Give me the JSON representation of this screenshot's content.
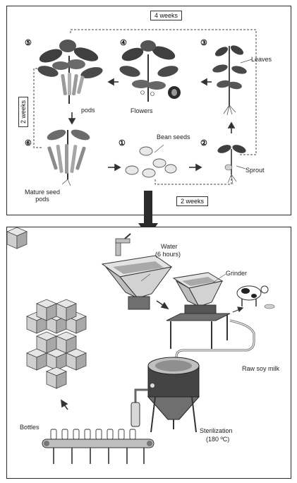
{
  "stages": {
    "s1": {
      "num": "①",
      "label": "Bean seeds"
    },
    "s2": {
      "num": "②",
      "label": "Sprout"
    },
    "s3": {
      "num": "③",
      "label": "Leaves"
    },
    "s4": {
      "num": "④",
      "label": "Flowers"
    },
    "s5": {
      "num": "⑤",
      "label": "pods"
    },
    "s6": {
      "num": "⑥",
      "label": "Mature seed pods"
    }
  },
  "durations": {
    "top": "4 weeks",
    "left": "2 weeks",
    "bottom": "2 weeks"
  },
  "process": {
    "water": "Water",
    "water_time": "(6 hours)",
    "grinder": "Grinder",
    "raw_milk": "Raw soy milk",
    "sterilization": "Sterilization",
    "sterilization_temp": "(180 ºC)",
    "bottles": "Bottles"
  },
  "colors": {
    "ink": "#2b2b2b",
    "leaf": "#3f3f3f",
    "metal": "#bfbfbf",
    "box": "#cfcfcf"
  }
}
